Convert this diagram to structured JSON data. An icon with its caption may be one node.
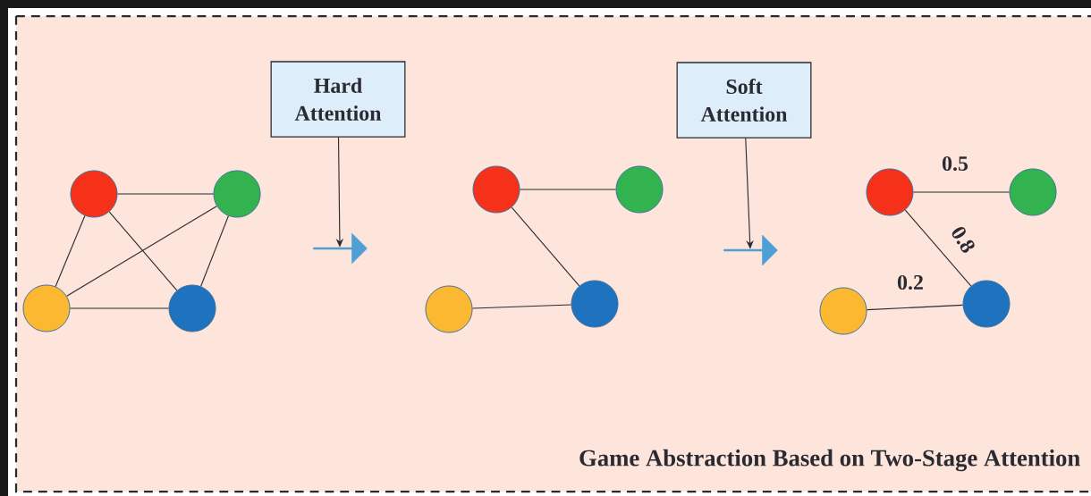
{
  "diagram": {
    "caption": "Game Abstraction Based on Two-Stage Attention",
    "nodes": [
      {
        "text": [],
        "shape": "circle"
      },
      {
        "text": [],
        "shape": "circle"
      },
      {
        "text": [],
        "shape": "circle"
      },
      {
        "text": [],
        "shape": "circle"
      },
      {
        "text": [
          "Hard Attention"
        ]
      },
      {
        "text": [],
        "shape": "arrow"
      },
      {
        "text": [],
        "shape": "circle"
      },
      {
        "text": [],
        "shape": "circle"
      },
      {
        "text": [],
        "shape": "circle"
      },
      {
        "text": [],
        "shape": "circle"
      },
      {
        "text": [
          "Soft Attention"
        ]
      },
      {
        "text": [],
        "shape": "arrow"
      },
      {
        "text": [],
        "shape": "circle"
      },
      {
        "text": [],
        "shape": "circle"
      },
      {
        "text": [],
        "shape": "circle"
      },
      {
        "text": [],
        "shape": "circle"
      }
    ],
    "edges": [
      {
        "from": 0,
        "to": 1,
        "arrow": "none"
      },
      {
        "from": 0,
        "to": 2,
        "arrow": "none"
      },
      {
        "from": 0,
        "to": 3,
        "arrow": "none"
      },
      {
        "from": 2,
        "to": 1,
        "arrow": "none"
      },
      {
        "from": 1,
        "to": 3,
        "arrow": "none"
      },
      {
        "from": 2,
        "to": 3,
        "arrow": "none"
      },
      {
        "from": 4,
        "to": 5,
        "arrow": "to"
      },
      {
        "from": 6,
        "to": 7,
        "arrow": "none"
      },
      {
        "from": 6,
        "to": 9,
        "arrow": "none"
      },
      {
        "from": 8,
        "to": 9,
        "arrow": "none"
      },
      {
        "from": 10,
        "to": 11,
        "arrow": "to"
      },
      {
        "from": 12,
        "to": 13,
        "label": "0.5",
        "arrow": "none"
      },
      {
        "from": 12,
        "to": 15,
        "label": "0.8",
        "arrow": "none"
      },
      {
        "from": 14,
        "to": 15,
        "label": "0.2",
        "arrow": "none"
      }
    ]
  }
}
